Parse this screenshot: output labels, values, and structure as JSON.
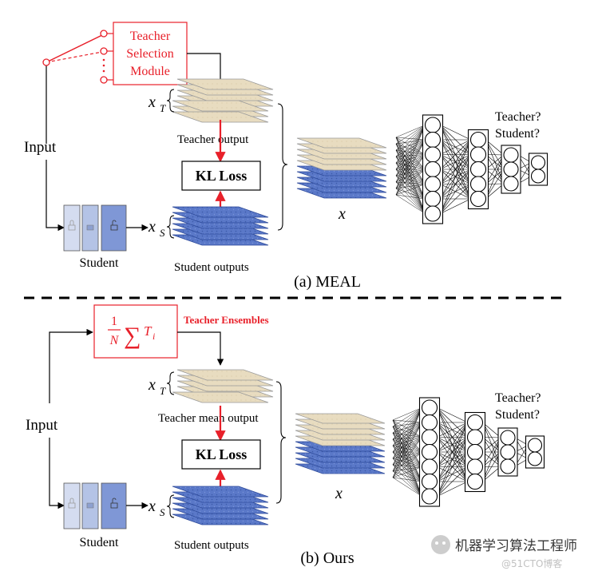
{
  "top": {
    "selector_lines": [
      "Teacher",
      "Selection",
      "Module"
    ],
    "input": "Input",
    "teacher_var": "x",
    "teacher_sub": "T",
    "teacher_output": "Teacher output",
    "kl_loss": "KL Loss",
    "student_var": "x",
    "student_sub": "S",
    "student_outputs": "Student outputs",
    "student": "Student",
    "mixed_var": "x",
    "disc_label_1": "Teacher?",
    "disc_label_2": "Student?",
    "caption": "(a) MEAL"
  },
  "bottom": {
    "ensemble_num": "1",
    "ensemble_den": "N",
    "ensemble_sum": "∑",
    "ensemble_T": "T",
    "ensemble_sub": "i",
    "ensemble_label": "Teacher Ensembles",
    "input": "Input",
    "teacher_var": "x",
    "teacher_sub": "T",
    "teacher_output": "Teacher mean output",
    "kl_loss": "KL Loss",
    "student_var": "x",
    "student_sub": "S",
    "student_outputs": "Student outputs",
    "student": "Student",
    "mixed_var": "x",
    "disc_label_1": "Teacher?",
    "disc_label_2": "Student?",
    "caption": "(b) Ours"
  },
  "watermark": {
    "title": "机器学习算法工程师",
    "sub": "@51CTO博客"
  },
  "colors": {
    "red": "#e8202a",
    "tan": "#e8dcc0",
    "blue": "#5a78c8",
    "black": "#000000"
  }
}
